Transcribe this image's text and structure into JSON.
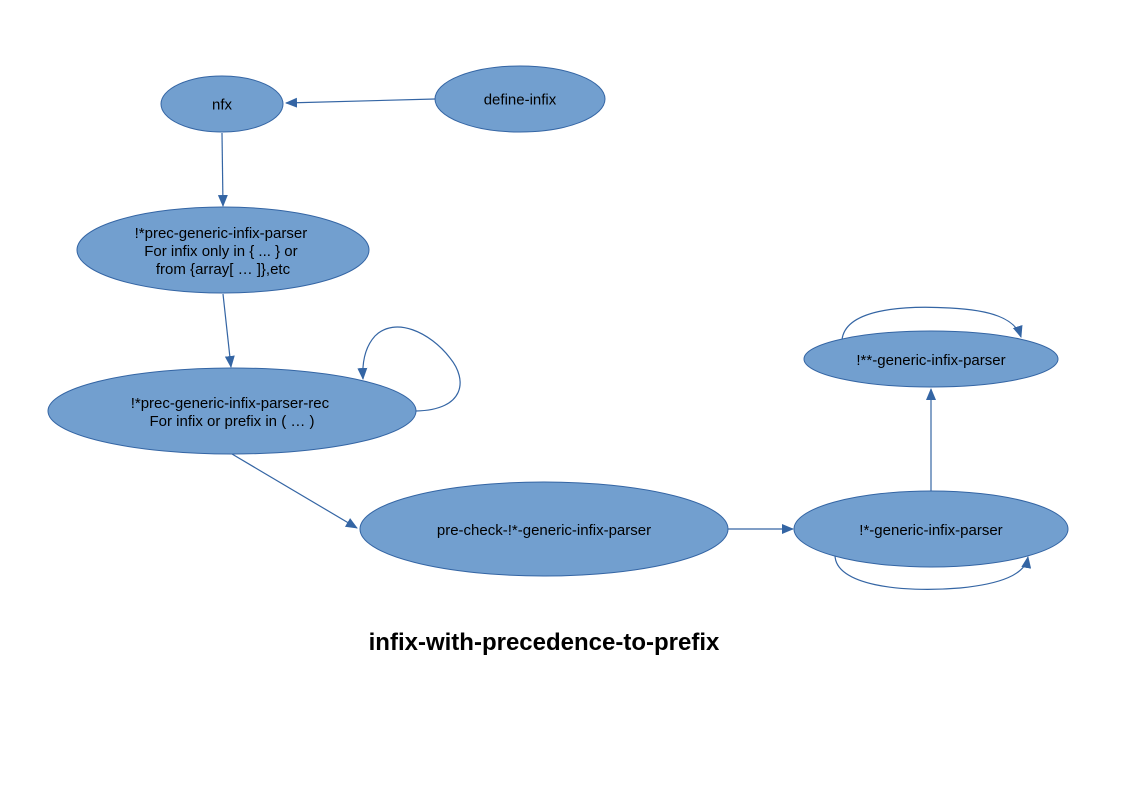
{
  "colors": {
    "node_fill": "#729fcf",
    "node_border": "#3465a4",
    "edge": "#3465a4",
    "background": "#ffffff"
  },
  "diagram": {
    "title": "infix-with-precedence-to-prefix",
    "nodes": {
      "nfx": {
        "lines": [
          "nfx"
        ]
      },
      "define_infix": {
        "lines": [
          "define-infix"
        ]
      },
      "prec_parser": {
        "lines": [
          "!*prec-generic-infix-parser",
          "For infix only in { ... } or",
          "from {array[ … ]},etc"
        ]
      },
      "prec_parser_rec": {
        "lines": [
          "!*prec-generic-infix-parser-rec",
          "For infix or prefix in ( … )"
        ]
      },
      "pre_check": {
        "lines": [
          "pre-check-!*-generic-infix-parser"
        ]
      },
      "generic_parser": {
        "lines": [
          "!*-generic-infix-parser"
        ]
      },
      "double_star_parser": {
        "lines": [
          "!**-generic-infix-parser"
        ]
      }
    },
    "edges": [
      {
        "from": "define_infix",
        "to": "nfx"
      },
      {
        "from": "nfx",
        "to": "prec_parser"
      },
      {
        "from": "prec_parser",
        "to": "prec_parser_rec"
      },
      {
        "from": "prec_parser_rec",
        "to": "prec_parser_rec"
      },
      {
        "from": "prec_parser_rec",
        "to": "pre_check"
      },
      {
        "from": "pre_check",
        "to": "generic_parser"
      },
      {
        "from": "generic_parser",
        "to": "generic_parser"
      },
      {
        "from": "generic_parser",
        "to": "double_star_parser"
      },
      {
        "from": "double_star_parser",
        "to": "double_star_parser"
      }
    ]
  }
}
